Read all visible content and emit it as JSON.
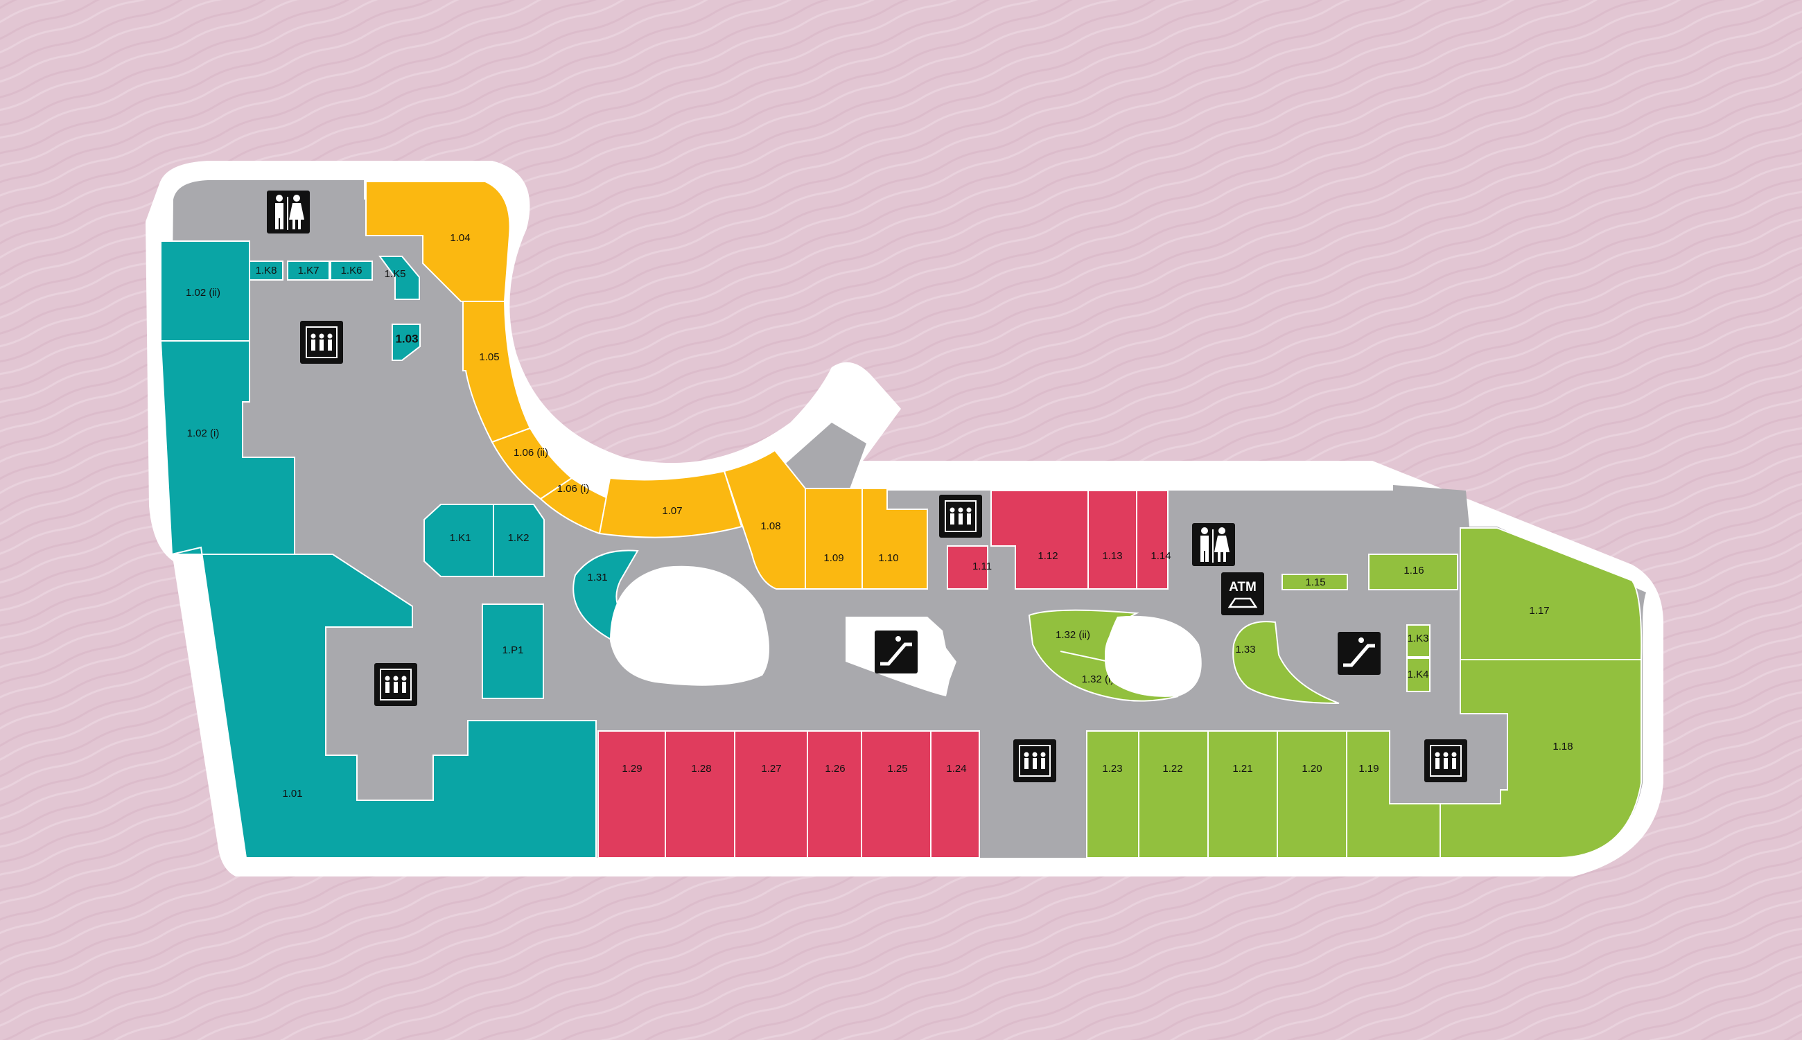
{
  "colors": {
    "background": "#e2c6d3",
    "outline": "#ffffff",
    "corridor": "#a9a9ad",
    "teal": "#0aa5a5",
    "amber": "#fbb811",
    "crimson": "#e03c5d",
    "lime": "#92c03e",
    "icon": "#111111"
  },
  "units": {
    "u101": "1.01",
    "u102i": "1.02 (i)",
    "u102ii": "1.02 (ii)",
    "u103": "1.03",
    "u104": "1.04",
    "u105": "1.05",
    "u106ii": "1.06 (ii)",
    "u106i": "1.06 (i)",
    "u107": "1.07",
    "u108": "1.08",
    "u109": "1.09",
    "u110": "1.10",
    "u111": "1.11",
    "u112": "1.12",
    "u113": "1.13",
    "u114": "1.14",
    "u115": "1.15",
    "u116": "1.16",
    "u117": "1.17",
    "u118": "1.18",
    "u119": "1.19",
    "u120": "1.20",
    "u121": "1.21",
    "u122": "1.22",
    "u123": "1.23",
    "u124": "1.24",
    "u125": "1.25",
    "u126": "1.26",
    "u127": "1.27",
    "u128": "1.28",
    "u129": "1.29",
    "u131": "1.31",
    "u132ii": "1.32 (ii)",
    "u132i": "1.32 (i)",
    "u133": "1.33",
    "k1": "1.K1",
    "k2": "1.K2",
    "k3": "1.K3",
    "k4": "1.K4",
    "k5": "1.K5",
    "k6": "1.K6",
    "k7": "1.K7",
    "k8": "1.K8",
    "p1": "1.P1"
  },
  "amenities": {
    "atm": "ATM"
  },
  "icons": [
    "toilets-icon",
    "lift-icon",
    "escalator-icon",
    "atm-icon"
  ]
}
